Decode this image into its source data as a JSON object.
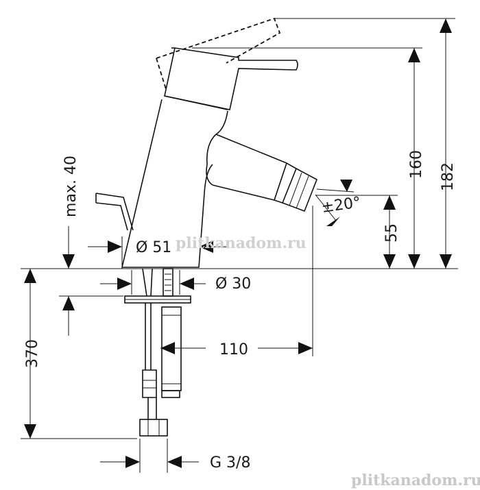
{
  "dimensions": {
    "height_total": "182",
    "height_spout": "160",
    "height_outlet": "55",
    "lever_travel": "max. 40",
    "body_diameter": "Ø 51",
    "shank_diameter": "Ø 30",
    "spout_reach": "110",
    "installation_length": "370",
    "connection_thread": "G 3/8",
    "swivel_angle": "±20°"
  },
  "watermarks": {
    "center": "plitkanadom.ru",
    "corner": "plitkanadom.ru"
  }
}
